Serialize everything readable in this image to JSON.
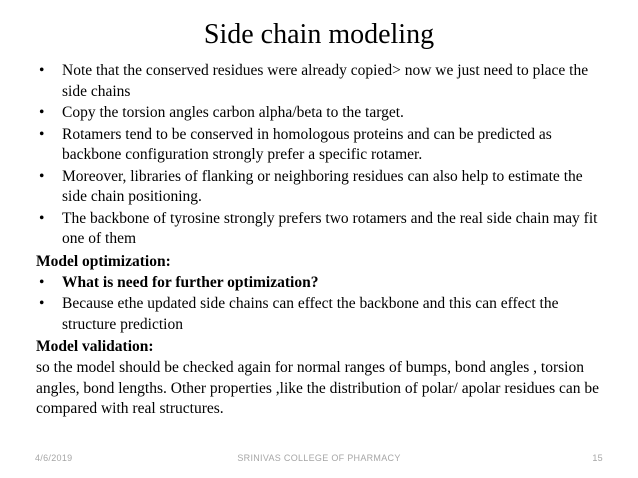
{
  "slide": {
    "title": "Side chain modeling",
    "bullet_glyph": "•",
    "blocks": [
      {
        "kind": "bullet",
        "bold": false,
        "text": "Note that the conserved residues were already copied> now we just need to place the side chains"
      },
      {
        "kind": "bullet",
        "bold": false,
        "text": "Copy the torsion angles carbon alpha/beta  to the target."
      },
      {
        "kind": "bullet",
        "bold": false,
        "text": "Rotamers tend to be conserved in homologous proteins and can be predicted as backbone configuration strongly prefer a specific rotamer."
      },
      {
        "kind": "bullet",
        "bold": false,
        "text": "Moreover, libraries of flanking or neighboring residues can also help to estimate the side chain positioning."
      },
      {
        "kind": "bullet",
        "bold": false,
        "text": "The backbone of tyrosine strongly prefers two rotamers and the real side chain may fit one of them"
      },
      {
        "kind": "heading",
        "bold": true,
        "text": "Model optimization:"
      },
      {
        "kind": "bullet",
        "bold": true,
        "text": "What is need for further optimization?"
      },
      {
        "kind": "bullet",
        "bold": false,
        "text": "Because ethe updated side chains can effect the backbone and this can effect the structure prediction"
      },
      {
        "kind": "heading",
        "bold": true,
        "text": "Model validation:"
      },
      {
        "kind": "paragraph",
        "bold": false,
        "text": " so the model should be checked again for normal ranges of bumps, bond angles , torsion angles, bond lengths. Other properties ,like the distribution of polar/ apolar residues can be compared with real structures."
      }
    ]
  },
  "footer": {
    "date": "4/6/2019",
    "organization": "SRINIVAS COLLEGE OF PHARMACY",
    "page_number": "15"
  },
  "colors": {
    "background": "#ffffff",
    "text": "#000000",
    "footer_text": "#a6a6a6"
  }
}
